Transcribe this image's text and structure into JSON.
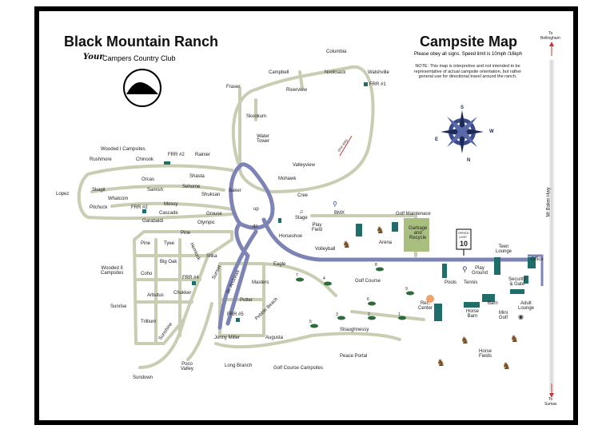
{
  "header": {
    "title": "Black Mountain Ranch",
    "tagline_script": "Your",
    "tagline": "Campers Country Club",
    "map_title": "Campsite Map",
    "speed_note": "Please obey all signs. Speed limit is 10mph /16kph",
    "disclaimer_line1": "NOTE: This map is interpretive and not intended to be",
    "disclaimer_line2": "representative of actual campsite orientation, but rather",
    "disclaimer_line3": "general use for directional travel around the ranch."
  },
  "directions": {
    "to_bellingham_top": "To",
    "to_bellingham": "Bellingham",
    "to_sumas_top": "To",
    "to_sumas": "Sumas",
    "highway": "Mt Baker Hwy",
    "one_way": "one way"
  },
  "compass": {
    "n": "N",
    "s": "S",
    "e": "E",
    "w": "W"
  },
  "speed_sign": {
    "line1": "SPEED",
    "line2": "LIMIT",
    "value": "10"
  },
  "labels": {
    "columbia": "Columbia",
    "campbell": "Campbell",
    "nooksack": "Nooksack",
    "walshville": "Walshville",
    "frr1": "FRR #1",
    "fraser": "Fraser",
    "riverview": "Riverview",
    "skookum": "Skookum",
    "water_tower": "Water\nTower",
    "valleyview": "Valleyview",
    "mohawk": "Mohawk",
    "cree": "Cree",
    "baker": "Baker",
    "wooded1": "Wooded I Campsites",
    "frr2_top": "FRR #2",
    "rainier": "Rainier",
    "rushmore": "Rushmore",
    "chinook": "Chinook",
    "shasta": "Shasta",
    "orcas": "Orcas",
    "sehome": "Sehome",
    "samish": "Samish",
    "skagit": "Skagit",
    "shuksan": "Shuksan",
    "lopez": "Lopez",
    "whatcom": "Whatcom",
    "pilchuck": "Pilchuck",
    "frr2": "FRR #2",
    "mossy": "Mossy",
    "cascade": "Cascade",
    "grouse": "Grouse",
    "garabaldi": "Garabaldi",
    "olympic": "Olympic",
    "pine_top": "Pine",
    "pine": "Pine",
    "tyee": "Tyee",
    "hemlock": "Hemlock",
    "sitka": "Sitka",
    "big_oak": "Big Oak",
    "wooded2": "Wooded II\nCampsites",
    "coho": "Coho",
    "frr4": "FRR #4",
    "sunset": "Sunset",
    "st_andrews": "St. Andrews",
    "arbutus": "Arbutus",
    "chukker": "Chukker",
    "sunrise": "Sunrise",
    "trillium": "Trillium",
    "sunshine": "Sunshine",
    "masters": "Masters",
    "putter": "Putter",
    "frr5": "FRR #5",
    "pebble_beach": "Pebble Beach",
    "jonny_miller": "Jonny Miller",
    "augusta": "Augusta",
    "poco_valley": "Poco\nValley",
    "long_branch": "Long Branch",
    "golf_campsites": "Golf Course Campsites",
    "peace_portal": "Peace Portal",
    "sundown": "Sundown",
    "eagle": "Eagle",
    "up": "up",
    "dn": "dn",
    "stage": "Stage",
    "bmx": "BMX",
    "horseshoe": "Horseshoe",
    "play_field": "Play\nField",
    "volleyball": "Volleyball",
    "arena": "Arena",
    "golf_maintenance": "Golf Maintenace",
    "garbage": "Garbage\nand\nRecycle",
    "teen_lounge": "Teen\nLounge",
    "office": "Office",
    "pools": "Pools",
    "play_ground": "Play\nGround",
    "tennis": "Tennis",
    "security": "Security\n& Gate",
    "golf_course": "Golf Course",
    "rec_center": "Rec.\nCenter",
    "barn": "Barn",
    "adult_lounge": "Adult\nLounge",
    "horse_barn": "Horse\nBarn",
    "mini_golf": "Mini\nGolf",
    "shaughnessy": "Shaughnessy",
    "horse_fields": "Horse\nFields"
  },
  "golf_holes": [
    "1",
    "2",
    "3",
    "4",
    "5",
    "6",
    "7",
    "8",
    "9"
  ],
  "colors": {
    "road": "#c9cdb2",
    "main_road": "#7d84b5",
    "building": "#1f6e6a",
    "green": "#2d6b3a",
    "garbage": "#a9bf7f",
    "frame": "#000000"
  }
}
